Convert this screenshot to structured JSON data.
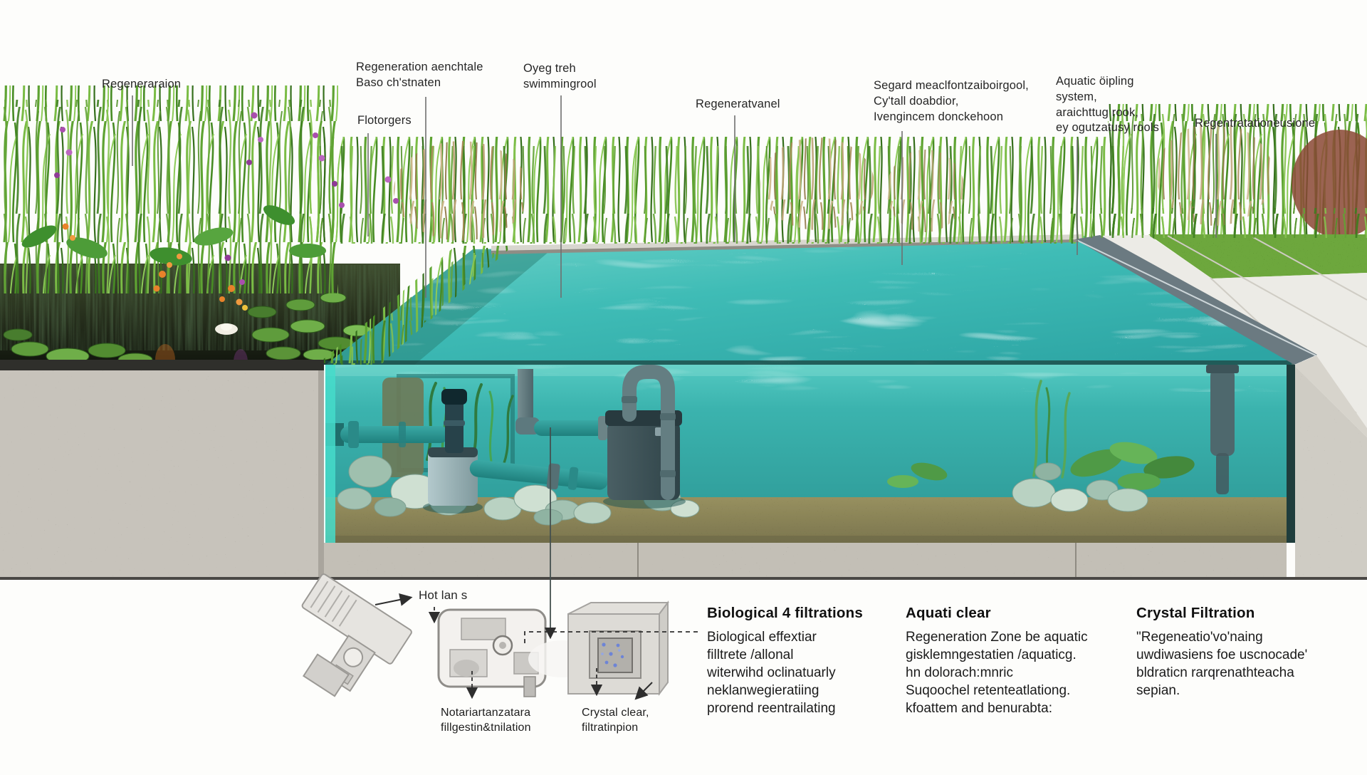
{
  "labels": {
    "regeneraraion": "Regeneraraion",
    "regeneration_aenchtale": "Regeneration aenchtale\nBaso ch'stnaten",
    "flotorgers": "Flotorgers",
    "oyeg_treh": "Oyeg treh\nswimmingrool",
    "regeneratvanel": "Regeneratvanel",
    "segard": "Segard meaclfontzaiboirgool,\nCy'tall doabdior,\nIvengincem donckehoon",
    "aquatic_system": "Aquatic öipling\nsystem,\naraichttug rook,\ney ogutzatusy rools",
    "regentratation": "Regentratationeusione",
    "hot_lans": "Hot lan s",
    "notariart": "Notariartanzatara\nfillgestin&tnilation",
    "crystal_clear_small": "Crystal clear,\nfiltratinpion"
  },
  "sections": [
    {
      "heading": "Biological 4 filtrations",
      "body": "Biological effextiar\nfilltrete /allonal\nwiterwihd oclinatuarly\nneklanwegieratiing\nprorend reentrailating"
    },
    {
      "heading": "Aquati clear",
      "body": "Regeneration Zone be aquatic\ngisklemngestatien /aquaticg.\nhn dolorach:mnric\nSuqoochel retenteatlationg.\nkfoattem and benurabta:"
    },
    {
      "heading": "Crystal Filtration",
      "body": "\"Regeneatio'vo'naing\nuwdiwasiens foe uscnocade'\nbldraticn rarqrenathteacha\nsepian."
    }
  ],
  "colors": {
    "pool_water": "#3fbcb6",
    "cross_section_water": "#2f9e9c",
    "deck": "#ecebe6",
    "lawn": "#6da73c",
    "concrete": "#c7c3bb",
    "sand": "#8f895e",
    "label_text": "#262626"
  }
}
